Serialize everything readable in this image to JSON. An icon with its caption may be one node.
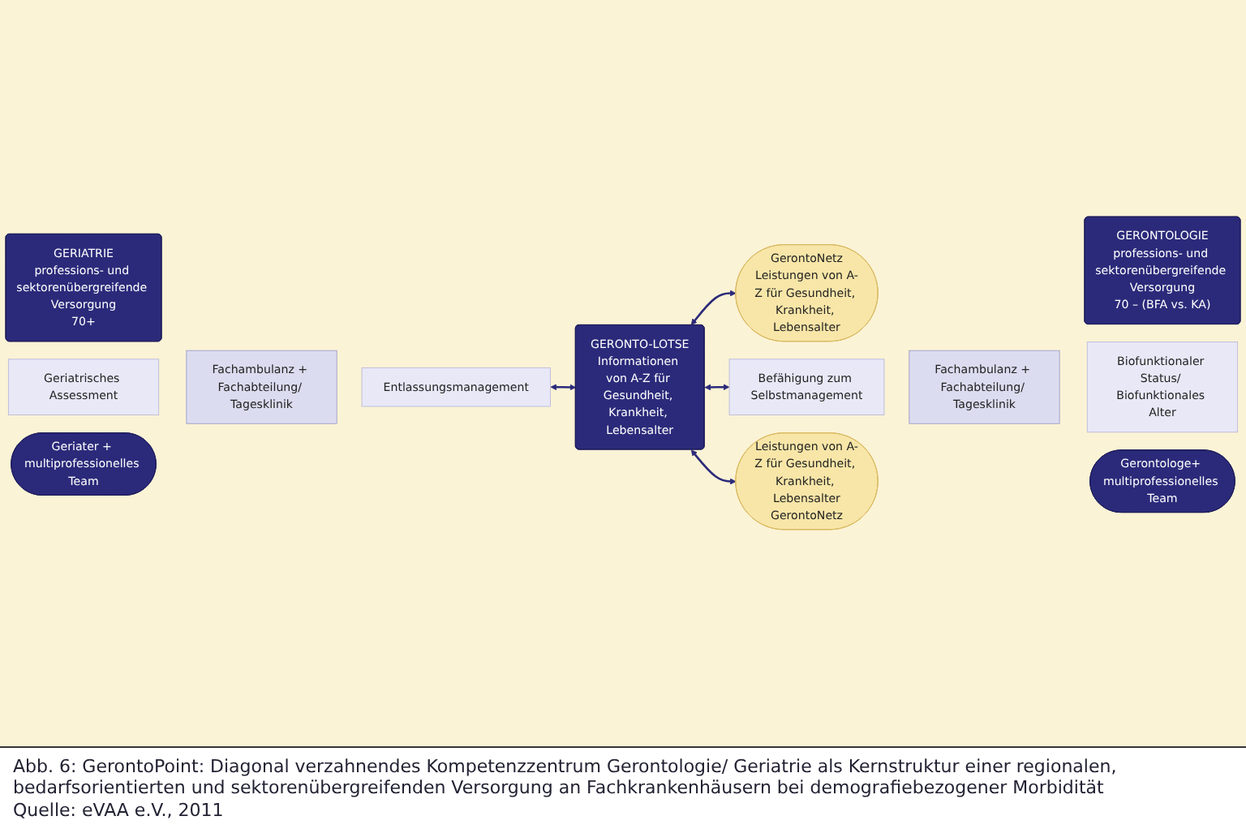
{
  "diagram": {
    "caption": "Abb. 6: GerontoPoint: Diagonal verzahnendes Kompetenzzentrum Gerontologie/ Geriatrie als Kernstruktur einer regionalen, bedarfsorientierten und sektorenübergreifenden Versorgung an Fachkrankenhäusern bei demografiebezogener Morbidität",
    "nodes": [
      {
        "text": [
          "GerontoNetz",
          "Leistungen von A-Z für Gesundheit, Krankheit, Lebensalter"
        ]
      },
      {
        "text": [
          "GERIATRIE",
          "professions- und sektorenübergreifende Versorgung",
          "70+"
        ]
      },
      {
        "text": [
          "GERONTOLOGIE",
          "professions- und sektorenübergreifende Versorgung",
          "70 – (BFA vs. KA)"
        ]
      },
      {
        "text": [
          "Geriatrisches Assessment"
        ]
      },
      {
        "text": [
          "Fachambulanz + Fachabteilung/ Tagesklinik"
        ]
      },
      {
        "text": [
          "Entlassungsmanagement"
        ]
      },
      {
        "text": [
          "GERONTO-LOTSE",
          "Informationen von A-Z für Gesundheit, Krankheit, Lebensalter"
        ]
      },
      {
        "text": [
          "Befähigung zum Selbstmanagement"
        ]
      },
      {
        "text": [
          "Fachambulanz + Fachabteilung/ Tagesklinik"
        ]
      },
      {
        "text": [
          "Biofunktionaler Status/ Biofunktionales Alter"
        ]
      },
      {
        "text": [
          "Geriater + multiprofessionelles Team"
        ]
      },
      {
        "text": [
          "Gerontologe+ multiprofessionelles Team"
        ]
      },
      {
        "text": [
          "Leistungen von A-Z für Gesundheit, Krankheit, Lebensalter",
          "GerontoNetz"
        ]
      }
    ],
    "edges": [
      {
        "from": 6,
        "to": 0,
        "arrow": "both"
      },
      {
        "from": 5,
        "to": 6,
        "arrow": "both"
      },
      {
        "from": 6,
        "to": 7,
        "arrow": "both"
      },
      {
        "from": 6,
        "to": 12,
        "arrow": "both"
      }
    ],
    "labels": [
      "Quelle: eVAA e.V., 2011"
    ]
  }
}
